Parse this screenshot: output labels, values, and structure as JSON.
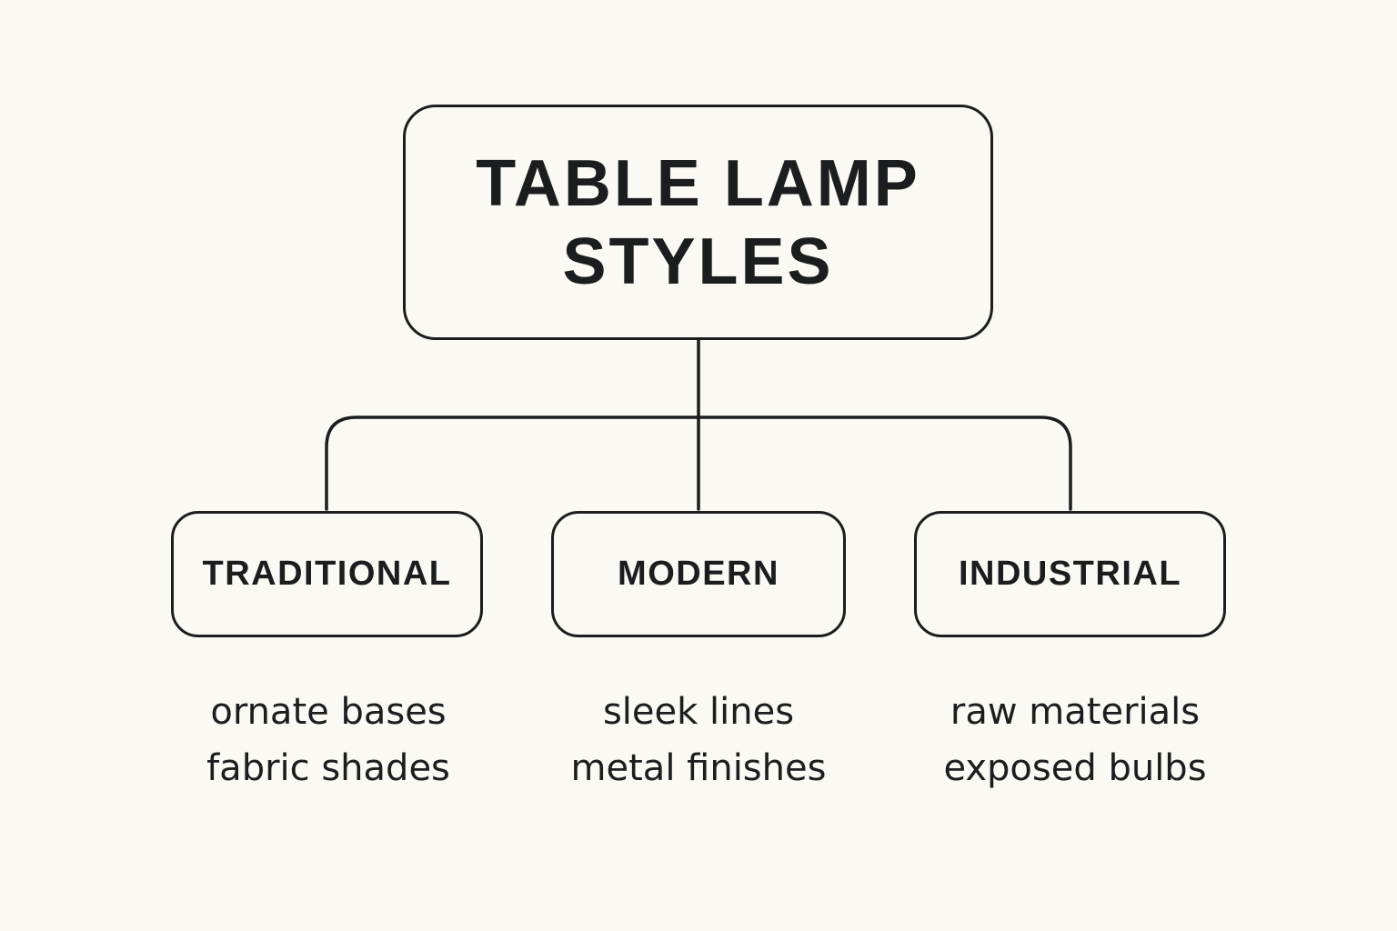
{
  "title": "TABLE LAMP\nSTYLES",
  "colors": {
    "background": "#fbf9f4",
    "ink": "#1b1d1f"
  },
  "categories": [
    {
      "label": "TRADITIONAL",
      "traits": [
        "ornate bases",
        "fabric shades"
      ]
    },
    {
      "label": "MODERN",
      "traits": [
        "sleek lines",
        "metal finishes"
      ]
    },
    {
      "label": "INDUSTRIAL",
      "traits": [
        "raw materials",
        "exposed bulbs"
      ]
    }
  ]
}
